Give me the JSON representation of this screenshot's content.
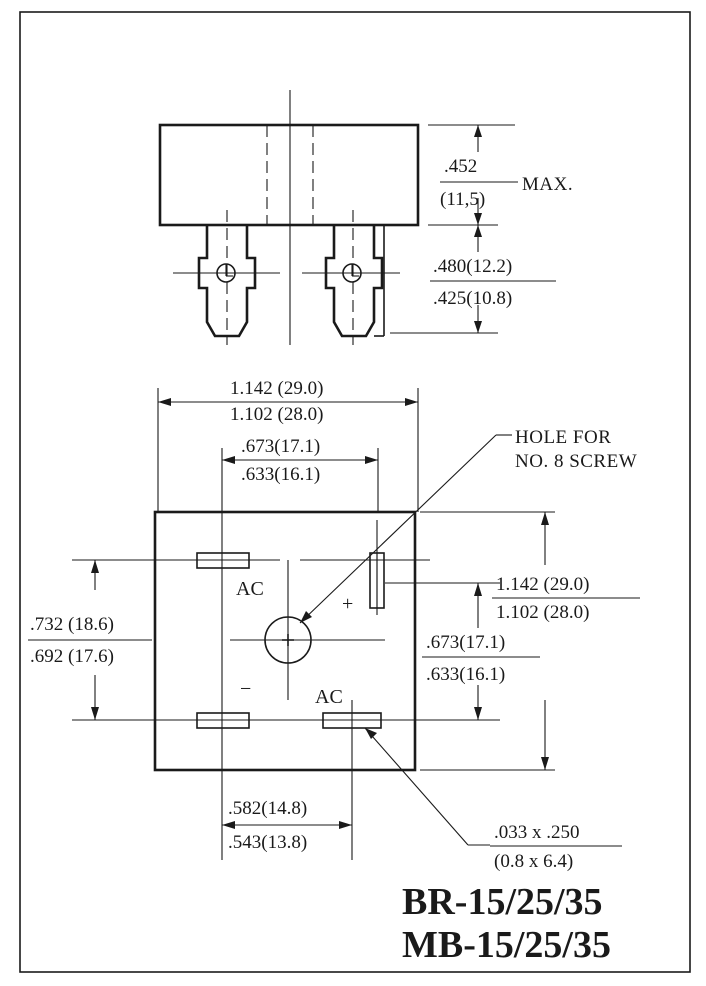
{
  "side_view": {
    "height_max": {
      "num": ".452",
      "den": "(11,5)",
      "suffix": "MAX."
    },
    "terminal_length": {
      "num": ".480(12.2)",
      "den": ".425(10.8)"
    }
  },
  "top_view": {
    "overall_width": {
      "num": "1.142 (29.0)",
      "den": "1.102 (28.0)"
    },
    "terminal_spacing_x": {
      "num": ".673(17.1)",
      "den": ".633(16.1)"
    },
    "hole_note": {
      "line1": "HOLE FOR",
      "line2": "NO. 8 SCREW"
    },
    "overall_height": {
      "num": "1.142 (29.0)",
      "den": "1.102 (28.0)"
    },
    "terminal_spacing_y": {
      "num": ".673(17.1)",
      "den": ".633(16.1)"
    },
    "left_spacing": {
      "num": ".732 (18.6)",
      "den": ".692 (17.6)"
    },
    "bottom_spacing": {
      "num": ".582(14.8)",
      "den": ".543(13.8)"
    },
    "terminal_size": {
      "num": ".033 x .250",
      "den": "(0.8 x 6.4)"
    },
    "pins": {
      "ac_top": "AC",
      "ac_bottom": "AC",
      "plus": "+",
      "minus": "−"
    }
  },
  "models": {
    "line1": "BR-15/25/35",
    "line2": "MB-15/25/35"
  }
}
